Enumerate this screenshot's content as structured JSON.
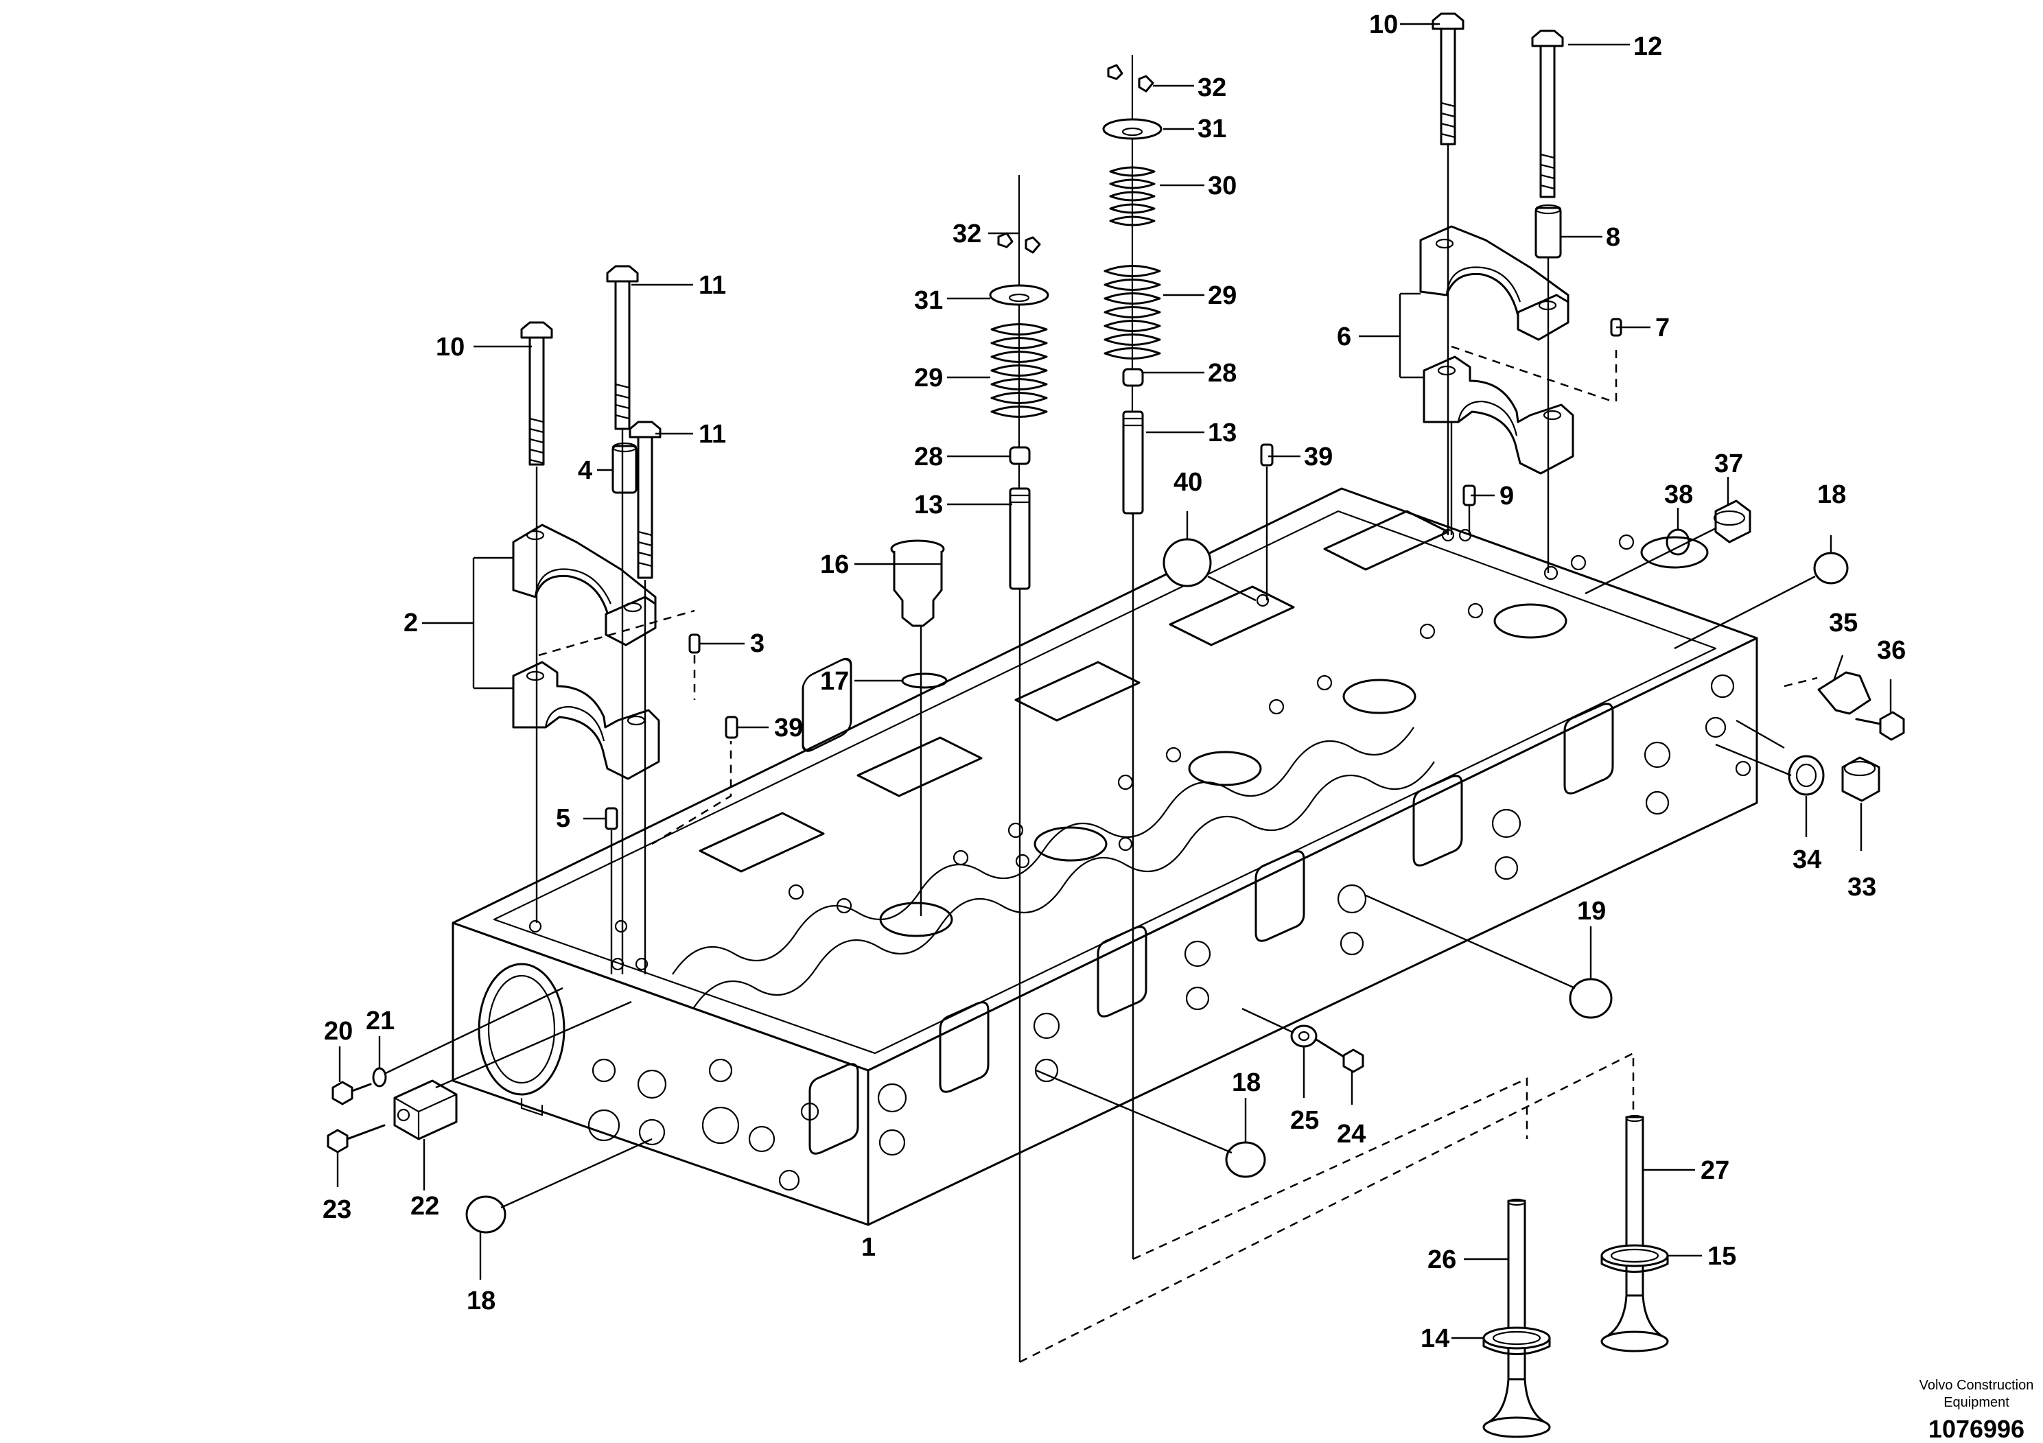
{
  "callouts": [
    {
      "id": "label-10-top",
      "text": "10"
    },
    {
      "id": "label-12",
      "text": "12"
    },
    {
      "id": "label-32-top",
      "text": "32"
    },
    {
      "id": "label-31-top",
      "text": "31"
    },
    {
      "id": "label-30",
      "text": "30"
    },
    {
      "id": "label-8",
      "text": "8"
    },
    {
      "id": "label-29-right",
      "text": "29"
    },
    {
      "id": "label-32-left",
      "text": "32"
    },
    {
      "id": "label-11-top",
      "text": "11"
    },
    {
      "id": "label-31-left",
      "text": "31"
    },
    {
      "id": "label-6",
      "text": "6"
    },
    {
      "id": "label-7",
      "text": "7"
    },
    {
      "id": "label-10-left",
      "text": "10"
    },
    {
      "id": "label-29-left",
      "text": "29"
    },
    {
      "id": "label-28-right",
      "text": "28"
    },
    {
      "id": "label-11-mid",
      "text": "11"
    },
    {
      "id": "label-13-right",
      "text": "13"
    },
    {
      "id": "label-4",
      "text": "4"
    },
    {
      "id": "label-28-left",
      "text": "28"
    },
    {
      "id": "label-39-top",
      "text": "39"
    },
    {
      "id": "label-37",
      "text": "37"
    },
    {
      "id": "label-38",
      "text": "38"
    },
    {
      "id": "label-9",
      "text": "9"
    },
    {
      "id": "label-40",
      "text": "40"
    },
    {
      "id": "label-13-left",
      "text": "13"
    },
    {
      "id": "label-18-right",
      "text": "18"
    },
    {
      "id": "label-16",
      "text": "16"
    },
    {
      "id": "label-2",
      "text": "2"
    },
    {
      "id": "label-3",
      "text": "3"
    },
    {
      "id": "label-35",
      "text": "35"
    },
    {
      "id": "label-36",
      "text": "36"
    },
    {
      "id": "label-17",
      "text": "17"
    },
    {
      "id": "label-39-left",
      "text": "39"
    },
    {
      "id": "label-5",
      "text": "5"
    },
    {
      "id": "label-34",
      "text": "34"
    },
    {
      "id": "label-33",
      "text": "33"
    },
    {
      "id": "label-19",
      "text": "19"
    },
    {
      "id": "label-21",
      "text": "21"
    },
    {
      "id": "label-20",
      "text": "20"
    },
    {
      "id": "label-18-mid",
      "text": "18"
    },
    {
      "id": "label-25",
      "text": "25"
    },
    {
      "id": "label-24",
      "text": "24"
    },
    {
      "id": "label-27",
      "text": "27"
    },
    {
      "id": "label-23",
      "text": "23"
    },
    {
      "id": "label-22",
      "text": "22"
    },
    {
      "id": "label-1",
      "text": "1"
    },
    {
      "id": "label-26",
      "text": "26"
    },
    {
      "id": "label-15",
      "text": "15"
    },
    {
      "id": "label-18-bottom",
      "text": "18"
    },
    {
      "id": "label-14",
      "text": "14"
    }
  ],
  "watermark": {
    "line1": "Volvo Construction",
    "line2": "Equipment",
    "drawing_number": "1076996"
  }
}
